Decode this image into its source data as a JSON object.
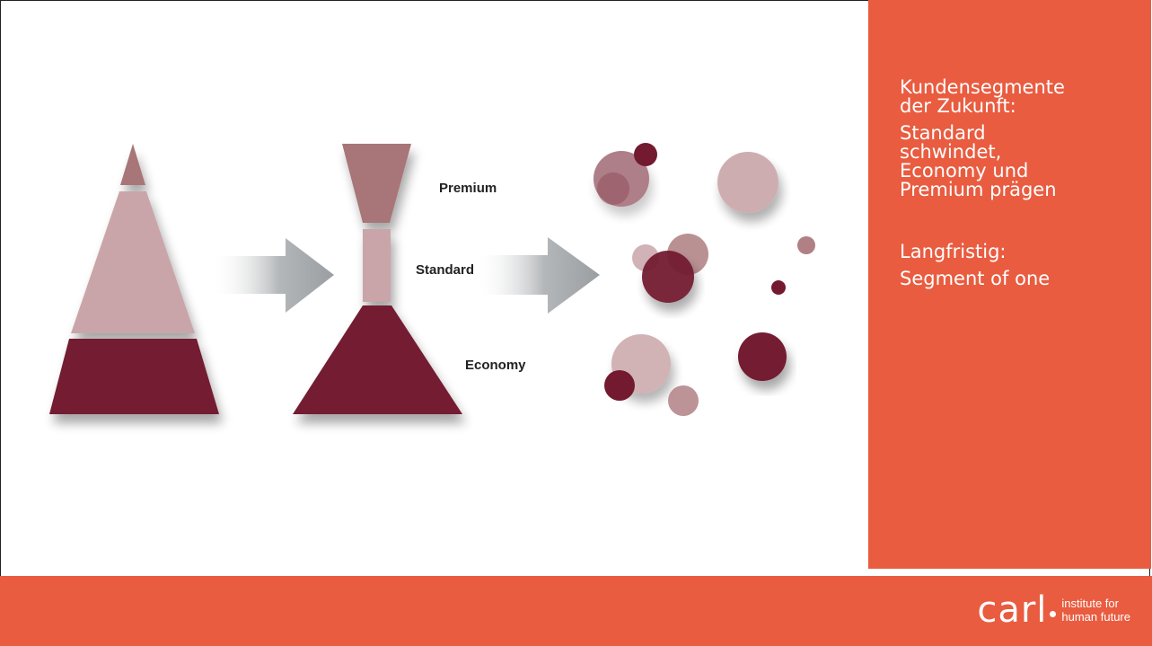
{
  "slide": {
    "heading_lines": [
      "Kundensegmente",
      "der Zukunft:"
    ],
    "subtitle_lines": [
      "Standard",
      "schwindet,",
      "Economy und",
      "Premium prägen"
    ],
    "longterm_label": "Langfristig:",
    "longterm_value": "Segment of one"
  },
  "diagram": {
    "labels": {
      "premium": "Premium",
      "standard": "Standard",
      "economy": "Economy"
    }
  },
  "footer": {
    "logo_word": "carl",
    "logo_sub_1": "institute for",
    "logo_sub_2": "human future"
  },
  "colors": {
    "accent": "#e95c40",
    "dark": "#731a30",
    "mid": "#c9a5a9",
    "mauve": "#a87578"
  }
}
